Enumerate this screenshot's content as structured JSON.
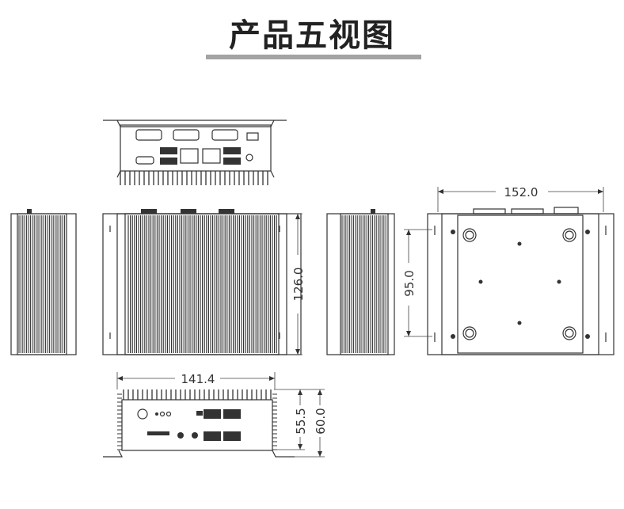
{
  "title": "产品五视图",
  "dimensions": {
    "bottom_width": "152.0",
    "bottom_hole_spacing": "95.0",
    "top_depth": "126.0",
    "front_width": "141.4",
    "body_height": "55.5",
    "total_height": "60.0"
  },
  "views": [
    "rear-view",
    "left-side-view",
    "top-view",
    "right-side-view",
    "bottom-view",
    "front-view"
  ]
}
